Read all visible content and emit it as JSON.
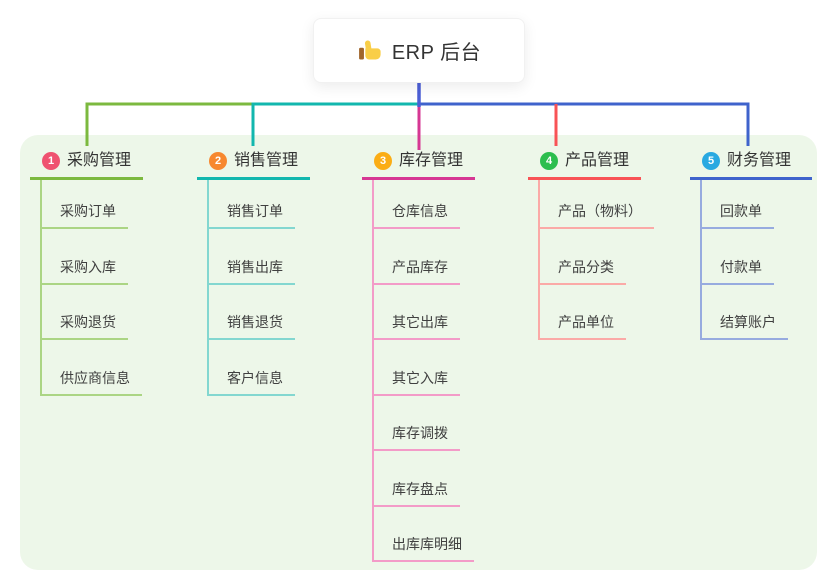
{
  "root": {
    "title": "ERP 后台",
    "icon": "thumbs-up-icon"
  },
  "mindmap": {
    "connector_color": "#4c5fd6",
    "panel_bg": "#edf7e9",
    "branches": [
      {
        "badge": "1",
        "label": "采购管理",
        "badge_color": "#ef5270",
        "line_color": "#7cb93f",
        "light_color": "#abd584",
        "children": [
          "采购订单",
          "采购入库",
          "采购退货",
          "供应商信息"
        ]
      },
      {
        "badge": "2",
        "label": "销售管理",
        "badge_color": "#f7882f",
        "line_color": "#12b7ae",
        "light_color": "#83d7d0",
        "children": [
          "销售订单",
          "销售出库",
          "销售退货",
          "客户信息"
        ]
      },
      {
        "badge": "3",
        "label": "库存管理",
        "badge_color": "#fbad15",
        "line_color": "#d63793",
        "light_color": "#f39bc8",
        "children": [
          "仓库信息",
          "产品库存",
          "其它出库",
          "其它入库",
          "库存调拨",
          "库存盘点",
          "出库库明细"
        ]
      },
      {
        "badge": "4",
        "label": "产品管理",
        "badge_color": "#2cbe4e",
        "line_color": "#f85356",
        "light_color": "#fbaaa7",
        "children": [
          "产品（物料）",
          "产品分类",
          "产品单位"
        ]
      },
      {
        "badge": "5",
        "label": "财务管理",
        "badge_color": "#29a9e1",
        "line_color": "#3f63cc",
        "light_color": "#97abdf",
        "children": [
          "回款单",
          "付款单",
          "结算账户"
        ]
      }
    ]
  }
}
